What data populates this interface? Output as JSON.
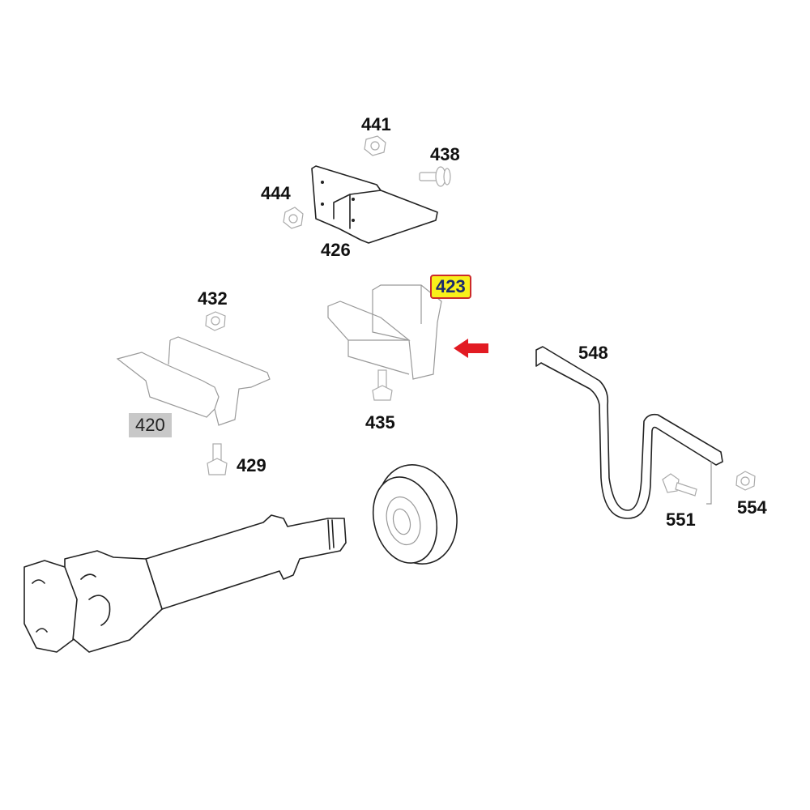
{
  "diagram": {
    "type": "exploded parts diagram",
    "highlight_arrow_color": "#e21b23",
    "highlight_label_bg": "#f8ef1a",
    "highlight_label_border": "#cc2a2a",
    "highlight_label_text": "#1b2a6e",
    "gray_label_bg": "#c8c8c8"
  },
  "labels": {
    "p441": "441",
    "p438": "438",
    "p444": "444",
    "p426": "426",
    "p423": "423",
    "p432": "432",
    "p420": "420",
    "p435": "435",
    "p429": "429",
    "p548": "548",
    "p551": "551",
    "p554": "554"
  },
  "parts": [
    {
      "number": "441",
      "component": "nut"
    },
    {
      "number": "438",
      "component": "bolt"
    },
    {
      "number": "444",
      "component": "nut"
    },
    {
      "number": "426",
      "component": "bracket"
    },
    {
      "number": "423",
      "component": "mount bracket",
      "highlighted": true
    },
    {
      "number": "432",
      "component": "nut"
    },
    {
      "number": "420",
      "component": "bracket",
      "gray_highlight": true
    },
    {
      "number": "435",
      "component": "bolt"
    },
    {
      "number": "429",
      "component": "bolt"
    },
    {
      "number": "548",
      "component": "strap / hanger"
    },
    {
      "number": "551",
      "component": "bolt"
    },
    {
      "number": "554",
      "component": "nut"
    }
  ]
}
